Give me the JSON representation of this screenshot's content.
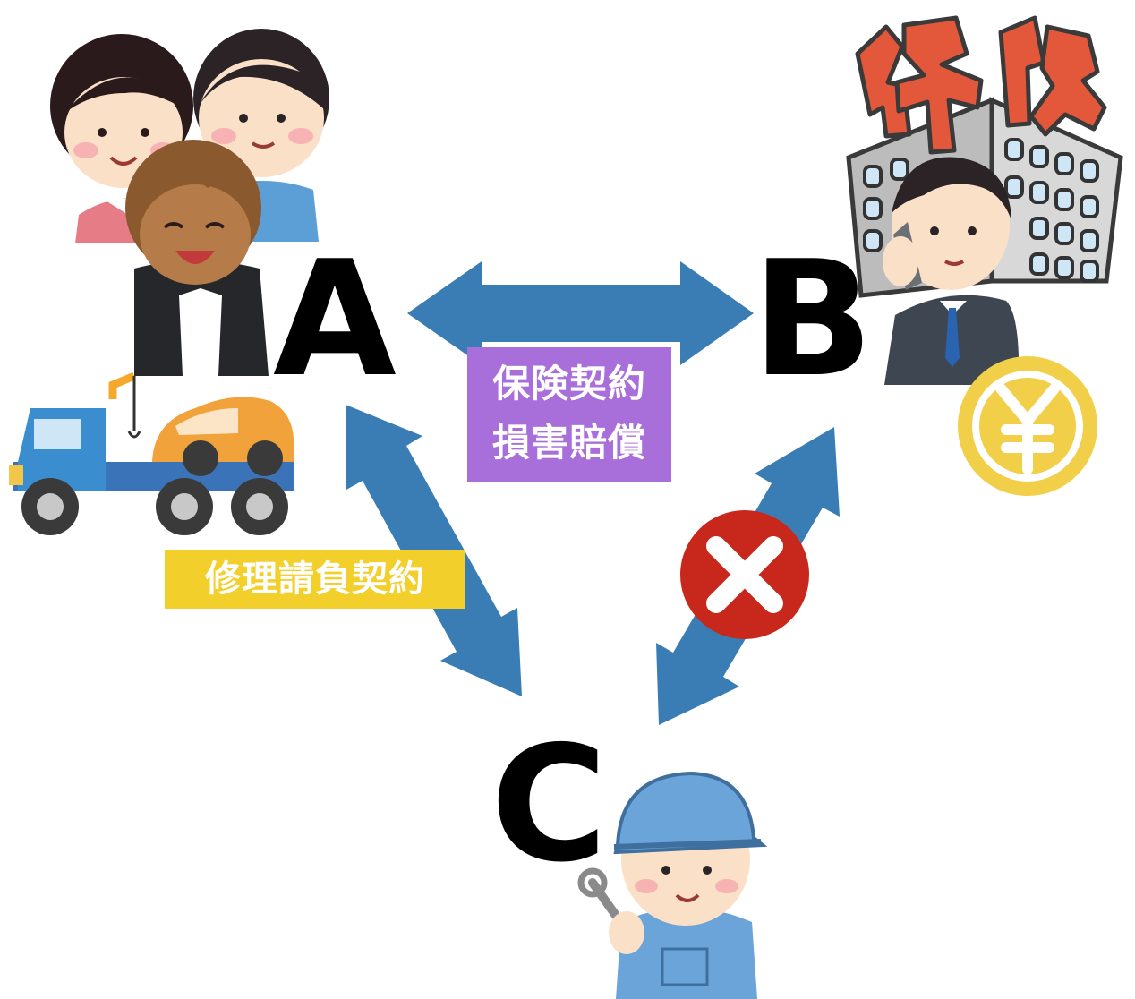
{
  "nodes": {
    "a": {
      "label": "A"
    },
    "b": {
      "label": "B"
    },
    "c": {
      "label": "C"
    }
  },
  "relations": {
    "a_b": {
      "lines": [
        "保険契約",
        "損害賠償"
      ],
      "color": "#a86ed9"
    },
    "a_c": {
      "label": "修理請負契約",
      "color": "#f2cf2a"
    },
    "b_c": {
      "status": "no-contract",
      "mark_icon": "cross-icon",
      "mark_color": "#c8281c"
    }
  },
  "colors": {
    "arrow": "#3a7db5",
    "text": "#000000"
  },
  "icons": [
    "family-icon",
    "tow-truck-icon",
    "insurance-building-icon",
    "businessman-phone-icon",
    "yen-coin-icon",
    "mechanic-icon"
  ]
}
